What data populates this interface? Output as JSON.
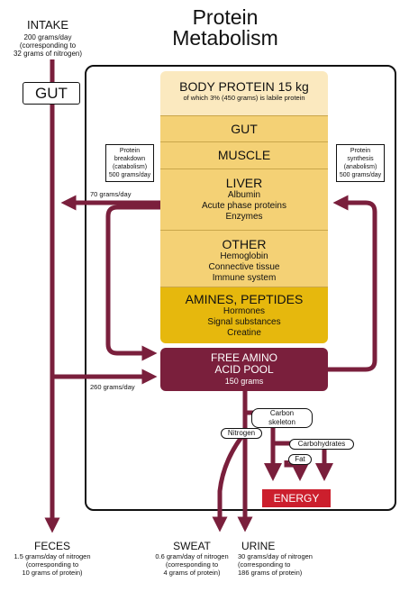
{
  "title": {
    "line1": "Protein",
    "line2": "Metabolism"
  },
  "intake": {
    "heading": "INTAKE",
    "l1": "200 grams/day",
    "l2": "(corresponding to",
    "l3": "32 grams of nitrogen)"
  },
  "gut_label": "GUT",
  "body_protein": {
    "heading": "BODY PROTEIN 15 kg",
    "sub": "of which 3% (450 grams) is labile protein"
  },
  "stack": {
    "gut": "GUT",
    "muscle": "MUSCLE",
    "liver": {
      "heading": "LIVER",
      "items": [
        "Albumin",
        "Acute phase proteins",
        "Enzymes"
      ]
    },
    "other": {
      "heading": "OTHER",
      "items": [
        "Hemoglobin",
        "Connective tissue",
        "Immune system"
      ]
    },
    "amines": {
      "heading": "AMINES, PEPTIDES",
      "items": [
        "Hormones",
        "Signal substances",
        "Creatine"
      ]
    }
  },
  "breakdown": {
    "l1": "Protein",
    "l2": "breakdown",
    "l3": "(catabolism)",
    "l4": "500 grams/day"
  },
  "synthesis": {
    "l1": "Protein",
    "l2": "synthesis",
    "l3": "(anabolism)",
    "l4": "500 grams/day"
  },
  "flow_70": "70 grams/day",
  "flow_260": "260 grams/day",
  "pool": {
    "l1": "FREE AMINO",
    "l2": "ACID POOL",
    "l3": "150 grams"
  },
  "carbon_skeleton": "Carbon skeleton",
  "nitrogen": "Nitrogen",
  "carbohydrates": "Carbohydrates",
  "fat": "Fat",
  "energy": "ENERGY",
  "feces": {
    "heading": "FECES",
    "l1": "1.5 grams/day of nitrogen",
    "l2": "(corresponding to",
    "l3": "10 grams of protein)"
  },
  "sweat": {
    "heading": "SWEAT",
    "l1": "0.6 gram/day of nitrogen",
    "l2": "(corresponding to",
    "l3": "4 grams of protein)"
  },
  "urine": {
    "heading": "URINE",
    "l1": "30 grams/day of nitrogen",
    "l2": "(corresponding to",
    "l3": "186 grams of protein)"
  },
  "colors": {
    "arrow": "#7a1f3c",
    "energy": "#cc1f2d",
    "light": "#fbe9bf",
    "mid": "#f4d175",
    "dark": "#e6b80d"
  }
}
